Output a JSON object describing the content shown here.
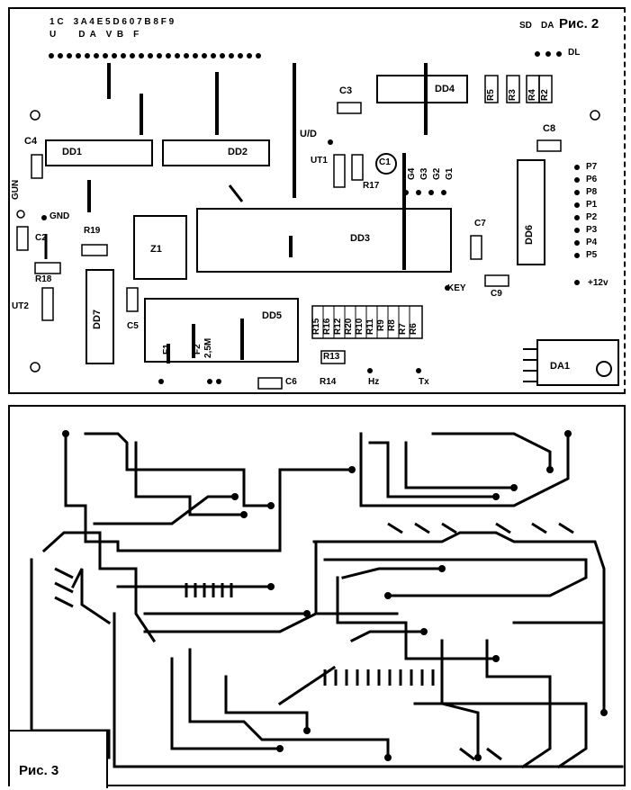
{
  "fig2": {
    "title": "Рис. 2",
    "header_top": "1 C    3 A 4 E 5 D 6 0 7 B 8 F 9",
    "header_bottom": "U         D  A    V  B    F",
    "labels": {
      "SD": "SD",
      "DA": "DA",
      "DL": "DL",
      "C3": "C3",
      "DD4": "DD4",
      "R5": "R5",
      "R3": "R3",
      "R4": "R4",
      "R2": "R2",
      "C4": "C4",
      "DD1": "DD1",
      "DD2": "DD2",
      "UD": "U/D",
      "C8": "C8",
      "UT1": "UT1",
      "C1": "C1",
      "R17": "R17",
      "G4": "G4",
      "G3": "G3",
      "G2": "G2",
      "G1": "G1",
      "P7": "P7",
      "P6": "P6",
      "P8": "P8",
      "P1": "P1",
      "P2": "P2",
      "P3": "P3",
      "P4": "P4",
      "P5": "P5",
      "GUN": "GUN",
      "GND": "GND",
      "R19": "R19",
      "Z1": "Z1",
      "DD3": "DD3",
      "C7": "C7",
      "DD6": "DD6",
      "C2": "C2",
      "R18": "R18",
      "KEY": "KEY",
      "C9": "C9",
      "V12": "+12v",
      "UT2": "UT2",
      "DD7": "DD7",
      "C5": "C5",
      "DD5": "DD5",
      "R15": "R15",
      "R16": "R16",
      "R12": "R12",
      "R20": "R20",
      "R10": "R10",
      "R11": "R11",
      "R9": "R9",
      "R8": "R8",
      "R7": "R7",
      "R6": "R6",
      "F1": "F1",
      "F2": "F2",
      "F2v": "2,5M",
      "R13": "R13",
      "R14": "R14",
      "HZ": "Hz",
      "TX": "Tx",
      "C6": "C6",
      "DA1": "DA1"
    }
  },
  "fig3": {
    "title": "Рис. 3"
  }
}
